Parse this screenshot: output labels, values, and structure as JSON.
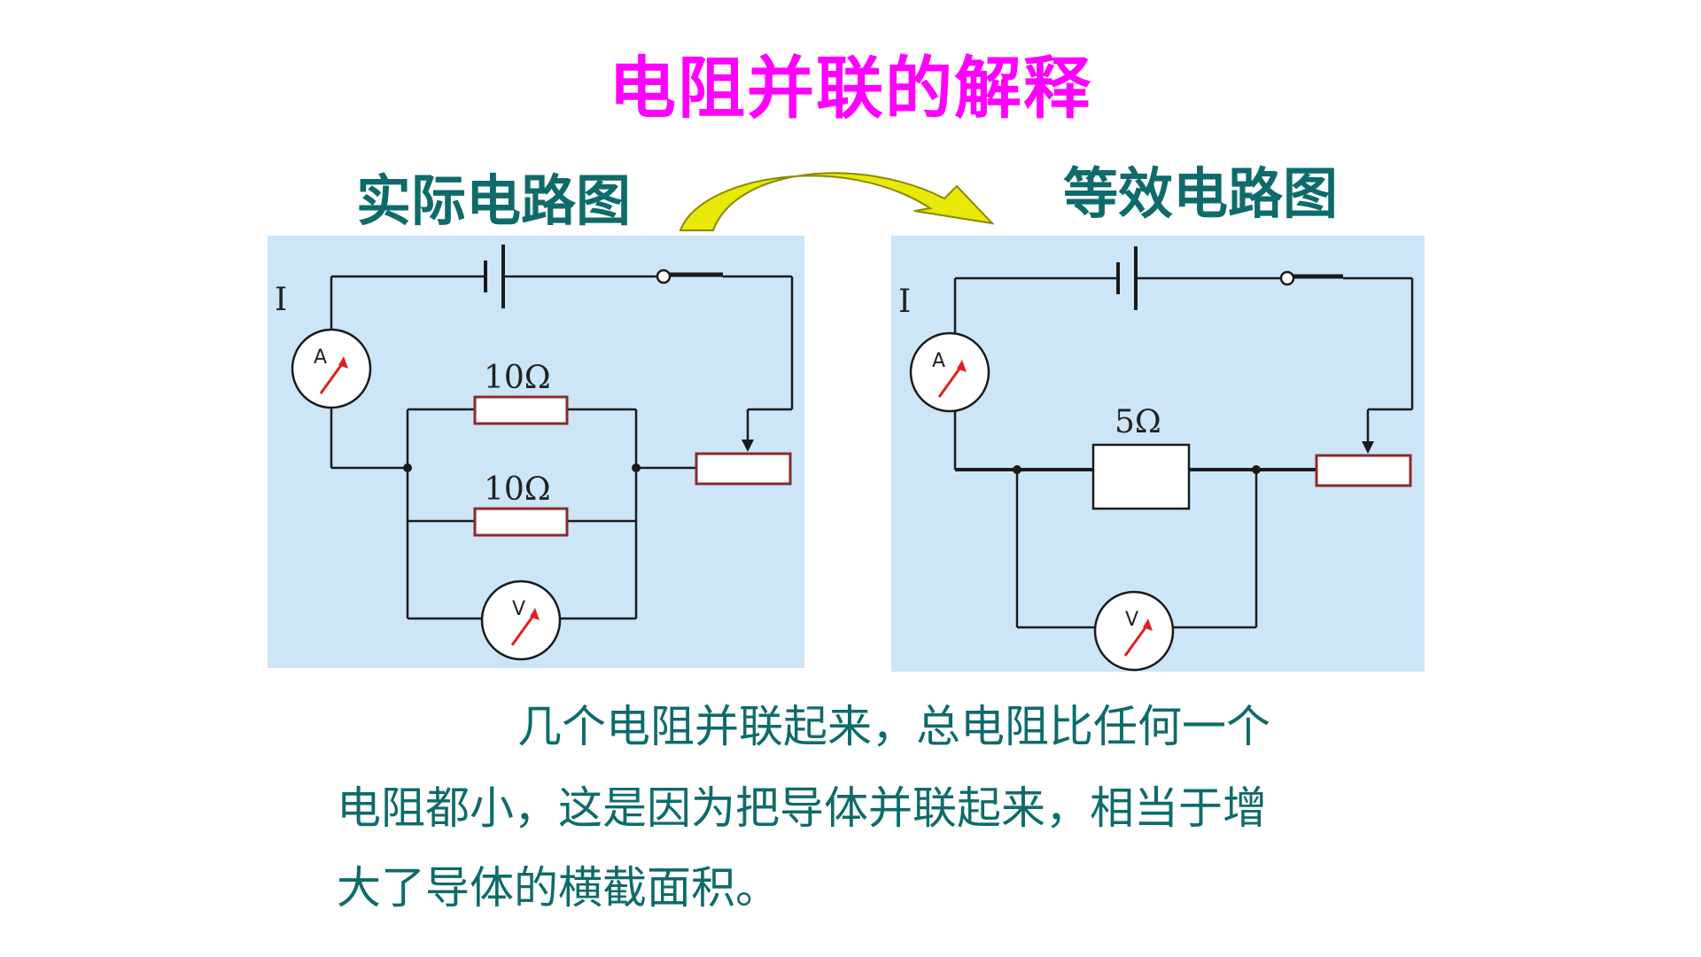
{
  "slide": {
    "title": "电阻并联的解释",
    "left_heading": "实际电路图",
    "right_heading": "等效电路图",
    "explanation_lines": [
      "几个电阻并联起来，总电阻比任何一个",
      "电阻都小，这是因为把导体并联起来，相当于增",
      "大了导体的横截面积。"
    ]
  },
  "actual_circuit": {
    "current_label": "I",
    "ammeter_label": "A",
    "voltmeter_label": "V",
    "resistor_top_label": "10Ω",
    "resistor_bottom_label": "10Ω"
  },
  "equivalent_circuit": {
    "current_label": "I",
    "ammeter_label": "A",
    "voltmeter_label": "V",
    "resistor_label": "5Ω"
  },
  "colors": {
    "title": "#ff00ff",
    "heading": "#0f6b6b",
    "panel": "#cce6f7",
    "resistor_border": "#8b2a2a",
    "meter_needle": "#e02020",
    "arrow_fill": "#d8d800"
  }
}
